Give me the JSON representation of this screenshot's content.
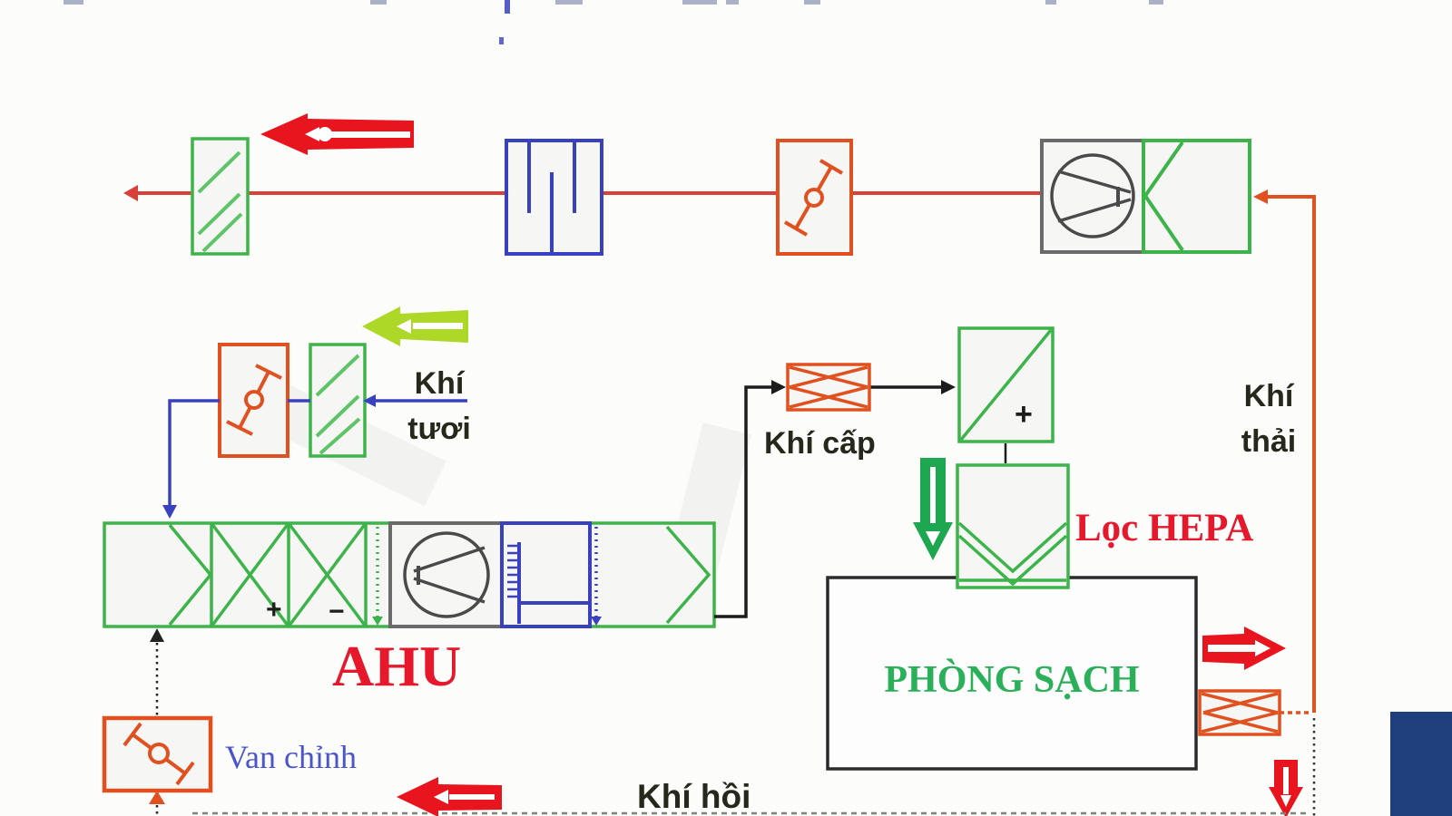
{
  "labels": {
    "ahu": "AHU",
    "van_chinh": "Van chỉnh",
    "khi_tuoi": [
      "Khí",
      "tươi"
    ],
    "khi_cap": "Khí cấp",
    "khi_hoi": "Khí hồi",
    "khi_thai": [
      "Khí",
      "thải"
    ],
    "loc_hepa": "Lọc HEPA",
    "phong_sach": "PHÒNG SẠCH",
    "heating_sign": "+",
    "cooling_sign": "−",
    "hepa_stage_sign": "+"
  },
  "colors": {
    "red-line": "#d9403a",
    "red-arrow": "#e8151f",
    "orange": "#e0511f",
    "green": "#3cb44a",
    "green-hatch": "#5ec468",
    "blue": "#3a41bf",
    "gray": "#6a6a6a",
    "fan-dark": "#4a4a4a",
    "dark-text": "#26281c",
    "navy": "#1f3e7c",
    "lime": "#aed827",
    "green-arrow": "#1da750",
    "text-red": "#e5182c",
    "text-green": "#2bb05a",
    "text-blue": "#4a55cc",
    "line-black": "#1c1c1c",
    "bg": "#fcfcfa",
    "panel": "#f6f6f4"
  }
}
